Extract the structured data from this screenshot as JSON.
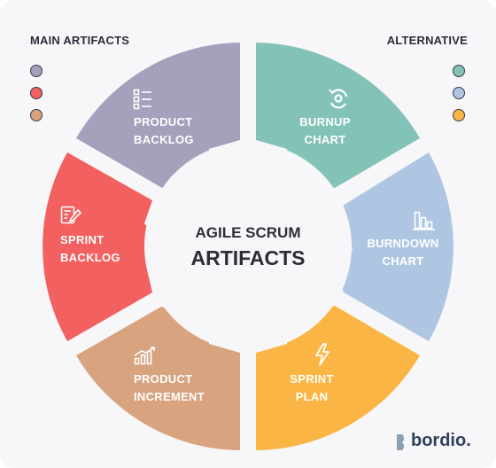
{
  "legend": {
    "left_title": "MAIN ARTIFACTS",
    "right_title": "ALTERNATIVE",
    "left_colors": [
      "#a3a1bc",
      "#f2605f",
      "#d8a37f"
    ],
    "right_colors": [
      "#83c3b7",
      "#aec6e2",
      "#fbb544"
    ]
  },
  "center": {
    "line1": "AGILE SCRUM",
    "line2": "ARTIFACTS"
  },
  "segments": [
    {
      "id": "product-backlog",
      "line1": "PRODUCT",
      "line2": "BACKLOG",
      "color": "#a3a1bc",
      "icon": "list-icon"
    },
    {
      "id": "burnup-chart",
      "line1": "BURNUP",
      "line2": "CHART",
      "color": "#83c3b7",
      "icon": "cycle-chart-icon"
    },
    {
      "id": "burndown-chart",
      "line1": "BURNDOWN",
      "line2": "CHART",
      "color": "#aec6e2",
      "icon": "bar-chart-icon"
    },
    {
      "id": "sprint-plan",
      "line1": "SPRINT",
      "line2": "PLAN",
      "color": "#fbb544",
      "icon": "lightning-icon"
    },
    {
      "id": "product-increment",
      "line1": "PRODUCT",
      "line2": "INCREMENT",
      "color": "#d8a37f",
      "icon": "growth-chart-icon"
    },
    {
      "id": "sprint-backlog",
      "line1": "SPRINT",
      "line2": "BACKLOG",
      "color": "#f2605f",
      "icon": "edit-document-icon"
    }
  ],
  "brand": {
    "name": "bordio."
  }
}
